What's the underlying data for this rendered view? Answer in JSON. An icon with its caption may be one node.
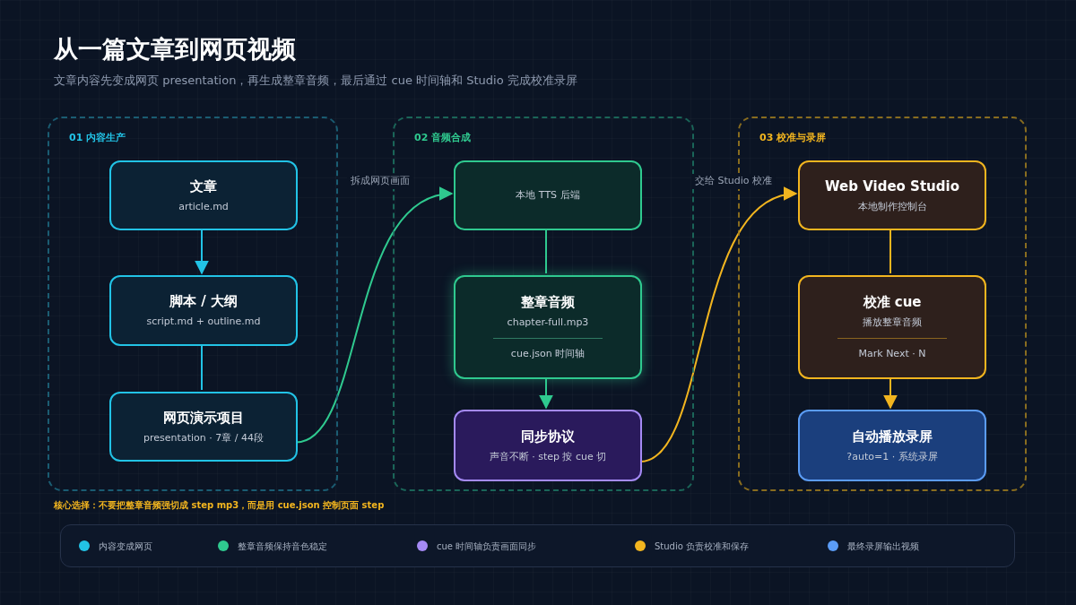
{
  "diagram": {
    "title": "从一篇文章到网页视频",
    "caption": "文章内容先变成网页 presentation，再生成整章音频，最后通过 cue 时间轴和 Studio 完成校准录屏",
    "nodes": [
      {
        "text": [
          "01 内容生产"
        ]
      },
      {
        "text": [
          "文章",
          "article.md"
        ],
        "in": 0
      },
      {
        "text": [
          "脚本 / 大纲",
          "script.md + outline.md"
        ],
        "in": 0
      },
      {
        "text": [
          "网页演示项目",
          "presentation · 7章 / 44段"
        ],
        "in": 0
      },
      {
        "text": [
          "02 音频合成"
        ]
      },
      {
        "text": [
          "本地 TTS 后端"
        ],
        "in": 4
      },
      {
        "text": [
          "整章音频",
          "chapter-full.mp3",
          "cue.json 时间轴"
        ],
        "in": 4
      },
      {
        "text": [
          "同步协议",
          "声音不断 · step 按 cue 切"
        ],
        "in": 4
      },
      {
        "text": [
          "03 校准与录屏"
        ]
      },
      {
        "text": [
          "Web Video Studio",
          "本地制作控制台"
        ],
        "in": 8
      },
      {
        "text": [
          "校准 cue",
          "播放整章音频",
          "Mark Next · N"
        ],
        "in": 8
      },
      {
        "text": [
          "自动播放录屏",
          "?auto=1 · 系统录屏"
        ],
        "in": 8
      }
    ],
    "edges": [
      {
        "from": 1,
        "to": 2,
        "arrow": "to",
        "color": "#22c3e6"
      },
      {
        "from": 2,
        "to": 3,
        "arrow": "none",
        "color": "#22c3e6"
      },
      {
        "from": 3,
        "to": 5,
        "arrow": "to",
        "label": "拆成网页画面",
        "color": "#2fc98f"
      },
      {
        "from": 5,
        "to": 6,
        "arrow": "none",
        "color": "#2fc98f"
      },
      {
        "from": 6,
        "to": 7,
        "arrow": "to",
        "color": "#2fc98f"
      },
      {
        "from": 7,
        "to": 9,
        "arrow": "to",
        "label": "交给 Studio 校准",
        "color": "#f2b51f"
      },
      {
        "from": 9,
        "to": 10,
        "arrow": "none",
        "color": "#f2b51f"
      },
      {
        "from": 10,
        "to": 11,
        "arrow": "to",
        "color": "#f2b51f"
      }
    ],
    "labels": [
      "核心选择：不要把整章音频强切成 step mp3，而是用 cue.json 控制页面 step"
    ],
    "legend": [
      {
        "text": "内容变成网页",
        "color": "#22c3e6"
      },
      {
        "text": "整章音频保持音色稳定",
        "color": "#2fc98f"
      },
      {
        "text": "cue 时间轴负责画面同步",
        "color": "#a58af5"
      },
      {
        "text": "Studio 负责校准和保存",
        "color": "#f2b51f"
      },
      {
        "text": "最终录屏输出视频",
        "color": "#5b9cf5"
      }
    ]
  }
}
